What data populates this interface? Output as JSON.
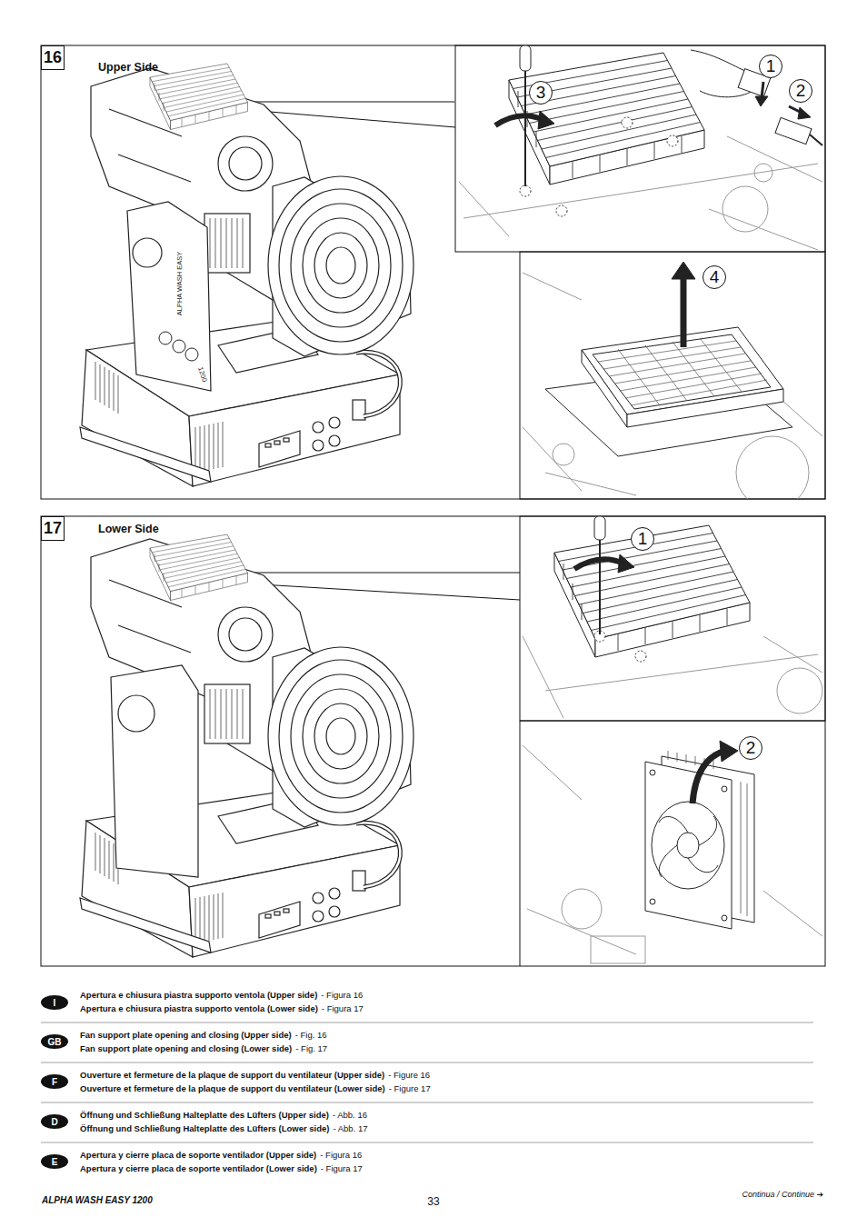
{
  "diagram": {
    "nodes": [
      {
        "text": [
          "16"
        ]
      },
      {
        "text": [
          "1"
        ]
      },
      {
        "text": [
          "2"
        ]
      },
      {
        "text": [
          "3"
        ]
      },
      {
        "text": [
          "4"
        ]
      },
      {
        "text": [
          "17"
        ]
      },
      {
        "text": [
          "1"
        ]
      },
      {
        "text": [
          "2"
        ]
      },
      {
        "text": [
          "I"
        ]
      },
      {
        "text": [
          "GB"
        ]
      },
      {
        "text": [
          "F"
        ]
      },
      {
        "text": [
          "D"
        ]
      },
      {
        "text": [
          "E"
        ]
      }
    ],
    "labels": [
      "Upper Side",
      "ALPHA WASH EASY",
      "1200",
      "Lower Side",
      "Apertura e chiusura piastra supporto ventola (Upper side)",
      "- Figura 16",
      "Apertura e chiusura piastra supporto ventola (Lower side)",
      "- Figura 17",
      "Fan support plate opening and closing (Upper side)",
      "- Fig. 16",
      "Fan support plate opening and closing (Lower side)",
      "- Fig. 17",
      "Ouverture et fermeture de la plaque de support du ventilateur (Upper side)",
      "- Figure 16",
      "Ouverture et fermeture de la plaque de support du ventilateur (Lower side)",
      "- Figure 17",
      "Öffnung und Schließung Halteplatte des Lüfters (Upper side)",
      "- Abb. 16",
      "Öffnung und Schließung Halteplatte des Lüfters (Lower side)",
      "- Abb. 17",
      "Apertura y cierre placa de soporte ventilador (Upper side)",
      "- Figura 16",
      "Apertura y cierre placa de soporte ventilador (Lower side)",
      "- Figura 17",
      "ALPHA WASH EASY 1200",
      "33",
      "Continua / Continue ➔"
    ]
  }
}
